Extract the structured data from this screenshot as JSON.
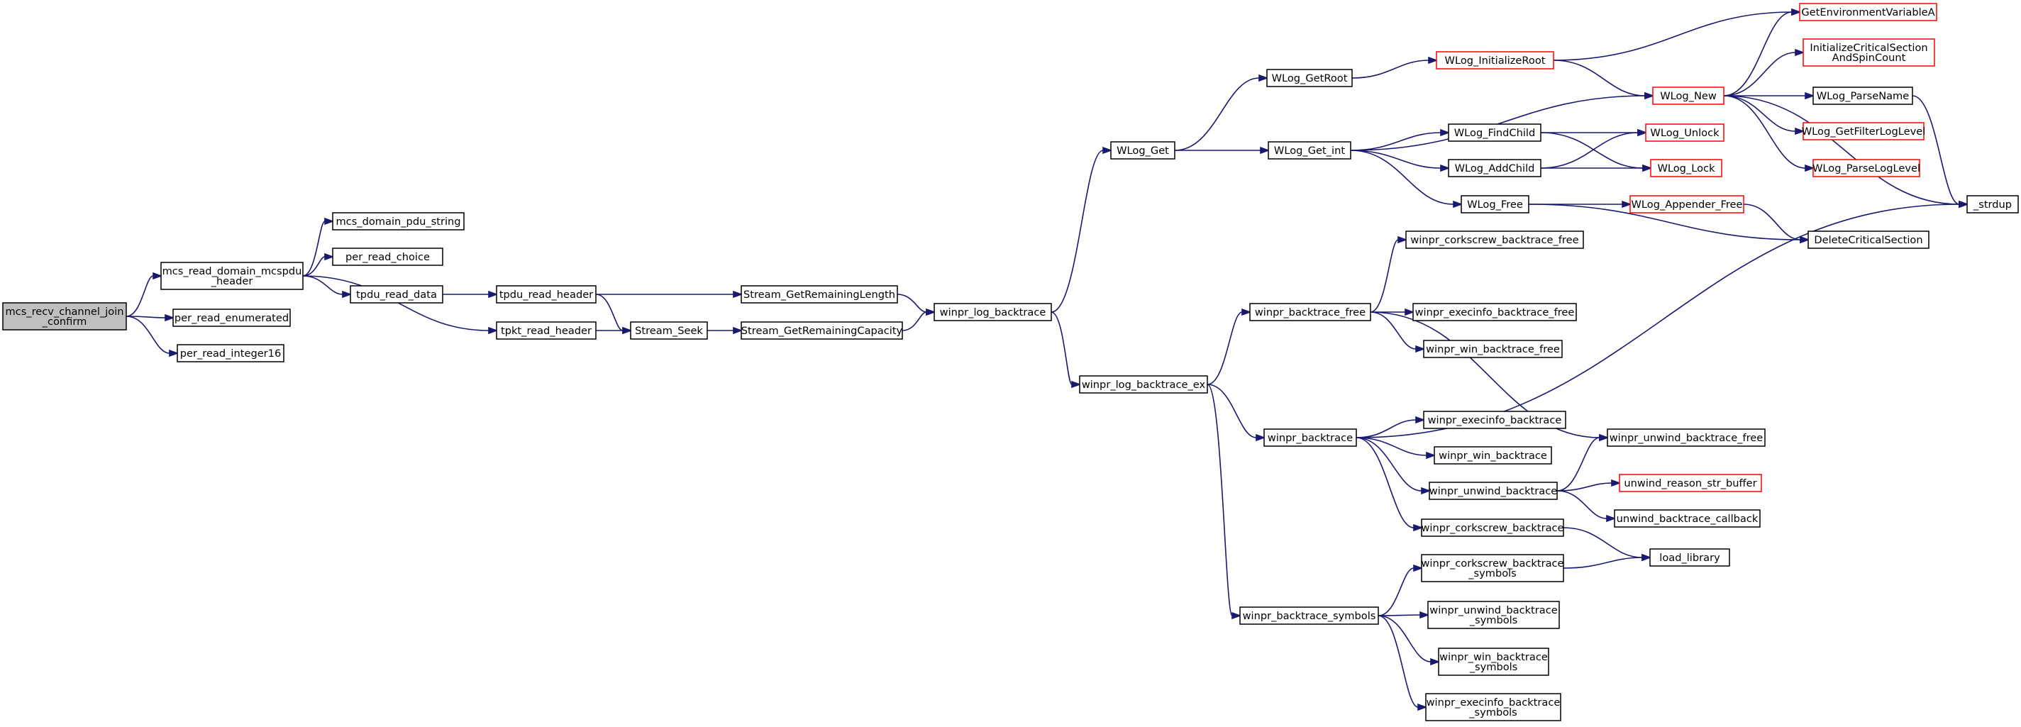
{
  "colors": {
    "edge": "#191970",
    "node_border": "#000000",
    "node_border_truncated": "#ff0000",
    "root_fill": "#bfbfbf",
    "node_fill": "#ffffff"
  },
  "nodes": [
    {
      "id": "mcs_recv",
      "lines": [
        "mcs_recv_channel_join",
        "_confirm"
      ],
      "style": "root"
    },
    {
      "id": "mcs_read_domain",
      "lines": [
        "mcs_read_domain_mcspdu",
        "_header"
      ]
    },
    {
      "id": "per_read_enumerated",
      "lines": [
        "per_read_enumerated"
      ]
    },
    {
      "id": "per_read_integer16",
      "lines": [
        "per_read_integer16"
      ]
    },
    {
      "id": "mcs_domain_pdu_string",
      "lines": [
        "mcs_domain_pdu_string"
      ]
    },
    {
      "id": "per_read_choice",
      "lines": [
        "per_read_choice"
      ]
    },
    {
      "id": "tpdu_read_data",
      "lines": [
        "tpdu_read_data"
      ]
    },
    {
      "id": "tpkt_read_header",
      "lines": [
        "tpkt_read_header"
      ]
    },
    {
      "id": "tpdu_read_header",
      "lines": [
        "tpdu_read_header"
      ]
    },
    {
      "id": "Stream_Seek",
      "lines": [
        "Stream_Seek"
      ]
    },
    {
      "id": "Stream_GetRemainingLength",
      "lines": [
        "Stream_GetRemainingLength"
      ]
    },
    {
      "id": "Stream_GetRemainingCapacity",
      "lines": [
        "Stream_GetRemainingCapacity"
      ]
    },
    {
      "id": "winpr_log_backtrace",
      "lines": [
        "winpr_log_backtrace"
      ]
    },
    {
      "id": "WLog_Get",
      "lines": [
        "WLog_Get"
      ]
    },
    {
      "id": "winpr_log_backtrace_ex",
      "lines": [
        "winpr_log_backtrace_ex"
      ]
    },
    {
      "id": "WLog_GetRoot",
      "lines": [
        "WLog_GetRoot"
      ]
    },
    {
      "id": "WLog_Get_int",
      "lines": [
        "WLog_Get_int"
      ]
    },
    {
      "id": "WLog_InitializeRoot",
      "lines": [
        "WLog_InitializeRoot"
      ],
      "style": "truncated"
    },
    {
      "id": "GetEnvironmentVariableA",
      "lines": [
        "GetEnvironmentVariableA"
      ],
      "style": "truncated"
    },
    {
      "id": "InitializeCriticalSection",
      "lines": [
        "InitializeCriticalSection",
        "AndSpinCount"
      ],
      "style": "truncated"
    },
    {
      "id": "WLog_New",
      "lines": [
        "WLog_New"
      ],
      "style": "truncated"
    },
    {
      "id": "WLog_ParseName",
      "lines": [
        "WLog_ParseName"
      ]
    },
    {
      "id": "WLog_GetFilterLogLevel",
      "lines": [
        "WLog_GetFilterLogLevel"
      ],
      "style": "truncated"
    },
    {
      "id": "WLog_ParseLogLevel",
      "lines": [
        "WLog_ParseLogLevel"
      ],
      "style": "truncated"
    },
    {
      "id": "_strdup",
      "lines": [
        "_strdup"
      ]
    },
    {
      "id": "WLog_FindChild",
      "lines": [
        "WLog_FindChild"
      ]
    },
    {
      "id": "WLog_AddChild",
      "lines": [
        "WLog_AddChild"
      ]
    },
    {
      "id": "WLog_Unlock",
      "lines": [
        "WLog_Unlock"
      ],
      "style": "truncated"
    },
    {
      "id": "WLog_Lock",
      "lines": [
        "WLog_Lock"
      ],
      "style": "truncated"
    },
    {
      "id": "WLog_Free",
      "lines": [
        "WLog_Free"
      ]
    },
    {
      "id": "WLog_Appender_Free",
      "lines": [
        "WLog_Appender_Free"
      ],
      "style": "truncated"
    },
    {
      "id": "DeleteCriticalSection",
      "lines": [
        "DeleteCriticalSection"
      ]
    },
    {
      "id": "winpr_corkscrew_backtrace_free",
      "lines": [
        "winpr_corkscrew_backtrace_free"
      ]
    },
    {
      "id": "winpr_backtrace_free",
      "lines": [
        "winpr_backtrace_free"
      ]
    },
    {
      "id": "winpr_execinfo_backtrace_free",
      "lines": [
        "winpr_execinfo_backtrace_free"
      ]
    },
    {
      "id": "winpr_win_backtrace_free",
      "lines": [
        "winpr_win_backtrace_free"
      ]
    },
    {
      "id": "winpr_unwind_backtrace_free",
      "lines": [
        "winpr_unwind_backtrace_free"
      ]
    },
    {
      "id": "winpr_backtrace",
      "lines": [
        "winpr_backtrace"
      ]
    },
    {
      "id": "winpr_execinfo_backtrace",
      "lines": [
        "winpr_execinfo_backtrace"
      ]
    },
    {
      "id": "winpr_win_backtrace",
      "lines": [
        "winpr_win_backtrace"
      ]
    },
    {
      "id": "winpr_unwind_backtrace",
      "lines": [
        "winpr_unwind_backtrace"
      ]
    },
    {
      "id": "unwind_reason_str_buffer",
      "lines": [
        "unwind_reason_str_buffer"
      ],
      "style": "truncated"
    },
    {
      "id": "unwind_backtrace_callback",
      "lines": [
        "unwind_backtrace_callback"
      ]
    },
    {
      "id": "winpr_corkscrew_backtrace",
      "lines": [
        "winpr_corkscrew_backtrace"
      ]
    },
    {
      "id": "load_library",
      "lines": [
        "load_library"
      ]
    },
    {
      "id": "winpr_corkscrew_backtrace_symbols",
      "lines": [
        "winpr_corkscrew_backtrace",
        "_symbols"
      ]
    },
    {
      "id": "winpr_backtrace_symbols",
      "lines": [
        "winpr_backtrace_symbols"
      ]
    },
    {
      "id": "winpr_unwind_backtrace_symbols",
      "lines": [
        "winpr_unwind_backtrace",
        "_symbols"
      ]
    },
    {
      "id": "winpr_win_backtrace_symbols",
      "lines": [
        "winpr_win_backtrace",
        "_symbols"
      ]
    },
    {
      "id": "winpr_execinfo_backtrace_symbols",
      "lines": [
        "winpr_execinfo_backtrace",
        "_symbols"
      ]
    }
  ],
  "edges": [
    [
      "mcs_recv",
      "mcs_read_domain"
    ],
    [
      "mcs_recv",
      "per_read_enumerated"
    ],
    [
      "mcs_recv",
      "per_read_integer16"
    ],
    [
      "mcs_read_domain",
      "mcs_domain_pdu_string"
    ],
    [
      "mcs_read_domain",
      "per_read_choice"
    ],
    [
      "mcs_read_domain",
      "tpdu_read_data"
    ],
    [
      "mcs_read_domain",
      "tpkt_read_header"
    ],
    [
      "tpdu_read_data",
      "tpdu_read_header"
    ],
    [
      "tpdu_read_header",
      "Stream_GetRemainingLength"
    ],
    [
      "tpdu_read_header",
      "Stream_Seek"
    ],
    [
      "tpkt_read_header",
      "Stream_Seek"
    ],
    [
      "Stream_Seek",
      "Stream_GetRemainingCapacity"
    ],
    [
      "Stream_GetRemainingLength",
      "winpr_log_backtrace"
    ],
    [
      "Stream_GetRemainingCapacity",
      "winpr_log_backtrace"
    ],
    [
      "winpr_log_backtrace",
      "WLog_Get"
    ],
    [
      "winpr_log_backtrace",
      "winpr_log_backtrace_ex"
    ],
    [
      "WLog_Get",
      "WLog_GetRoot"
    ],
    [
      "WLog_Get",
      "WLog_Get_int"
    ],
    [
      "WLog_GetRoot",
      "WLog_InitializeRoot"
    ],
    [
      "WLog_InitializeRoot",
      "GetEnvironmentVariableA"
    ],
    [
      "WLog_InitializeRoot",
      "WLog_New"
    ],
    [
      "WLog_Get_int",
      "WLog_New"
    ],
    [
      "WLog_Get_int",
      "WLog_FindChild"
    ],
    [
      "WLog_Get_int",
      "WLog_AddChild"
    ],
    [
      "WLog_Get_int",
      "WLog_Free"
    ],
    [
      "WLog_New",
      "GetEnvironmentVariableA"
    ],
    [
      "WLog_New",
      "InitializeCriticalSection"
    ],
    [
      "WLog_New",
      "WLog_ParseName"
    ],
    [
      "WLog_New",
      "WLog_GetFilterLogLevel"
    ],
    [
      "WLog_New",
      "WLog_ParseLogLevel"
    ],
    [
      "WLog_New",
      "_strdup"
    ],
    [
      "WLog_ParseName",
      "_strdup"
    ],
    [
      "WLog_FindChild",
      "WLog_Unlock"
    ],
    [
      "WLog_FindChild",
      "WLog_Lock"
    ],
    [
      "WLog_AddChild",
      "WLog_Unlock"
    ],
    [
      "WLog_AddChild",
      "WLog_Lock"
    ],
    [
      "WLog_Free",
      "WLog_Appender_Free"
    ],
    [
      "WLog_Free",
      "DeleteCriticalSection"
    ],
    [
      "WLog_Appender_Free",
      "DeleteCriticalSection"
    ],
    [
      "winpr_log_backtrace_ex",
      "winpr_backtrace_free"
    ],
    [
      "winpr_log_backtrace_ex",
      "winpr_backtrace"
    ],
    [
      "winpr_log_backtrace_ex",
      "winpr_backtrace_symbols"
    ],
    [
      "winpr_backtrace_free",
      "winpr_corkscrew_backtrace_free"
    ],
    [
      "winpr_backtrace_free",
      "winpr_execinfo_backtrace_free"
    ],
    [
      "winpr_backtrace_free",
      "winpr_win_backtrace_free"
    ],
    [
      "winpr_backtrace_free",
      "winpr_unwind_backtrace_free"
    ],
    [
      "winpr_backtrace",
      "_strdup"
    ],
    [
      "winpr_backtrace",
      "winpr_execinfo_backtrace"
    ],
    [
      "winpr_backtrace",
      "winpr_win_backtrace"
    ],
    [
      "winpr_backtrace",
      "winpr_unwind_backtrace"
    ],
    [
      "winpr_backtrace",
      "winpr_corkscrew_backtrace"
    ],
    [
      "winpr_unwind_backtrace",
      "winpr_unwind_backtrace_free"
    ],
    [
      "winpr_unwind_backtrace",
      "unwind_reason_str_buffer"
    ],
    [
      "winpr_unwind_backtrace",
      "unwind_backtrace_callback"
    ],
    [
      "winpr_corkscrew_backtrace",
      "load_library"
    ],
    [
      "winpr_corkscrew_backtrace_symbols",
      "load_library"
    ],
    [
      "winpr_backtrace_symbols",
      "winpr_corkscrew_backtrace_symbols"
    ],
    [
      "winpr_backtrace_symbols",
      "winpr_unwind_backtrace_symbols"
    ],
    [
      "winpr_backtrace_symbols",
      "winpr_win_backtrace_symbols"
    ],
    [
      "winpr_backtrace_symbols",
      "winpr_execinfo_backtrace_symbols"
    ]
  ]
}
